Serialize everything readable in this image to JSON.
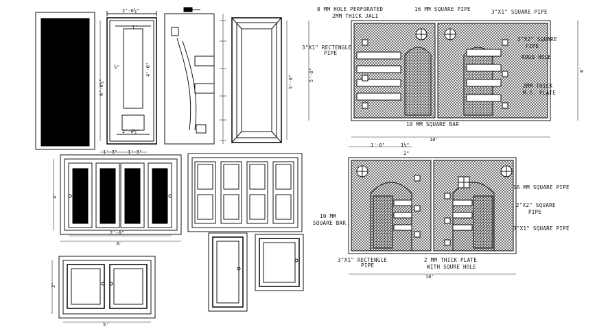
{
  "labels": {
    "hole_perforated": "8 MM HOLE PERFORATED",
    "jali": "2MM THICK JALI",
    "sq_pipe_16_top": "16 MM SQUARE PIPE",
    "sq_pipe_3x1_top": "3\"X1\" SQUARE PIPE",
    "rect_pipe_top": "3\"X1\" RECTENGLE",
    "rect_pipe_top2": "PIPE",
    "sq_pipe_right_a": "2\"X2\" SQUARE",
    "sq_pipe_right_b": "PIPE",
    "roug_hole": "ROUG HOLE",
    "ms_plate_a": "2MM THICK",
    "ms_plate_b": "M.S. PLATE",
    "sq_bar_10_top": "10 MM SQUARE BAR",
    "sq_pipe_16_bottom": "16 MM SQUARE PIPE",
    "sq_pipe_2x2_bottom_a": "2\"X2\" SQUARE",
    "sq_pipe_2x2_bottom_b": "PIPE",
    "sq_pipe_3x1_bottom": "3\"X1\" SQUARE PIPE",
    "sq_bar_10_left_a": "10 MM",
    "sq_bar_10_left_b": "SQUARE BAR",
    "rect_pipe_bottom_a": "3\"X1\" RECTENGLE",
    "rect_pipe_bottom_b": "PIPE",
    "plate_bottom_a": "2 MM THICK PLATE",
    "plate_bottom_b": "WITH SQURE HOLE"
  },
  "dimensions": {
    "door_width": "2'-6½\"",
    "door_height": "6'-6½\"",
    "panel_top": "1'",
    "panel_mid": "½\"",
    "panel_small_width": "2'-0½\"",
    "panel_height": "4'-0\"",
    "side_height": "5'-6\"",
    "leaf_1": "1'-3\"",
    "leaf_2": "1'-3\"",
    "window_width": "6'",
    "window_height": "4'",
    "window_inner": "2'-6\"",
    "win_small_width": "5'",
    "win_small_height": "3'",
    "gate_width_top": "10'",
    "gate_width_bottom": "10'",
    "gate_height_right": "6'",
    "gate_height_left": "5'-8\"",
    "gate_sub": "1'-6\"",
    "gate_sub2": "1½\"",
    "gate_sub3": "2\""
  }
}
